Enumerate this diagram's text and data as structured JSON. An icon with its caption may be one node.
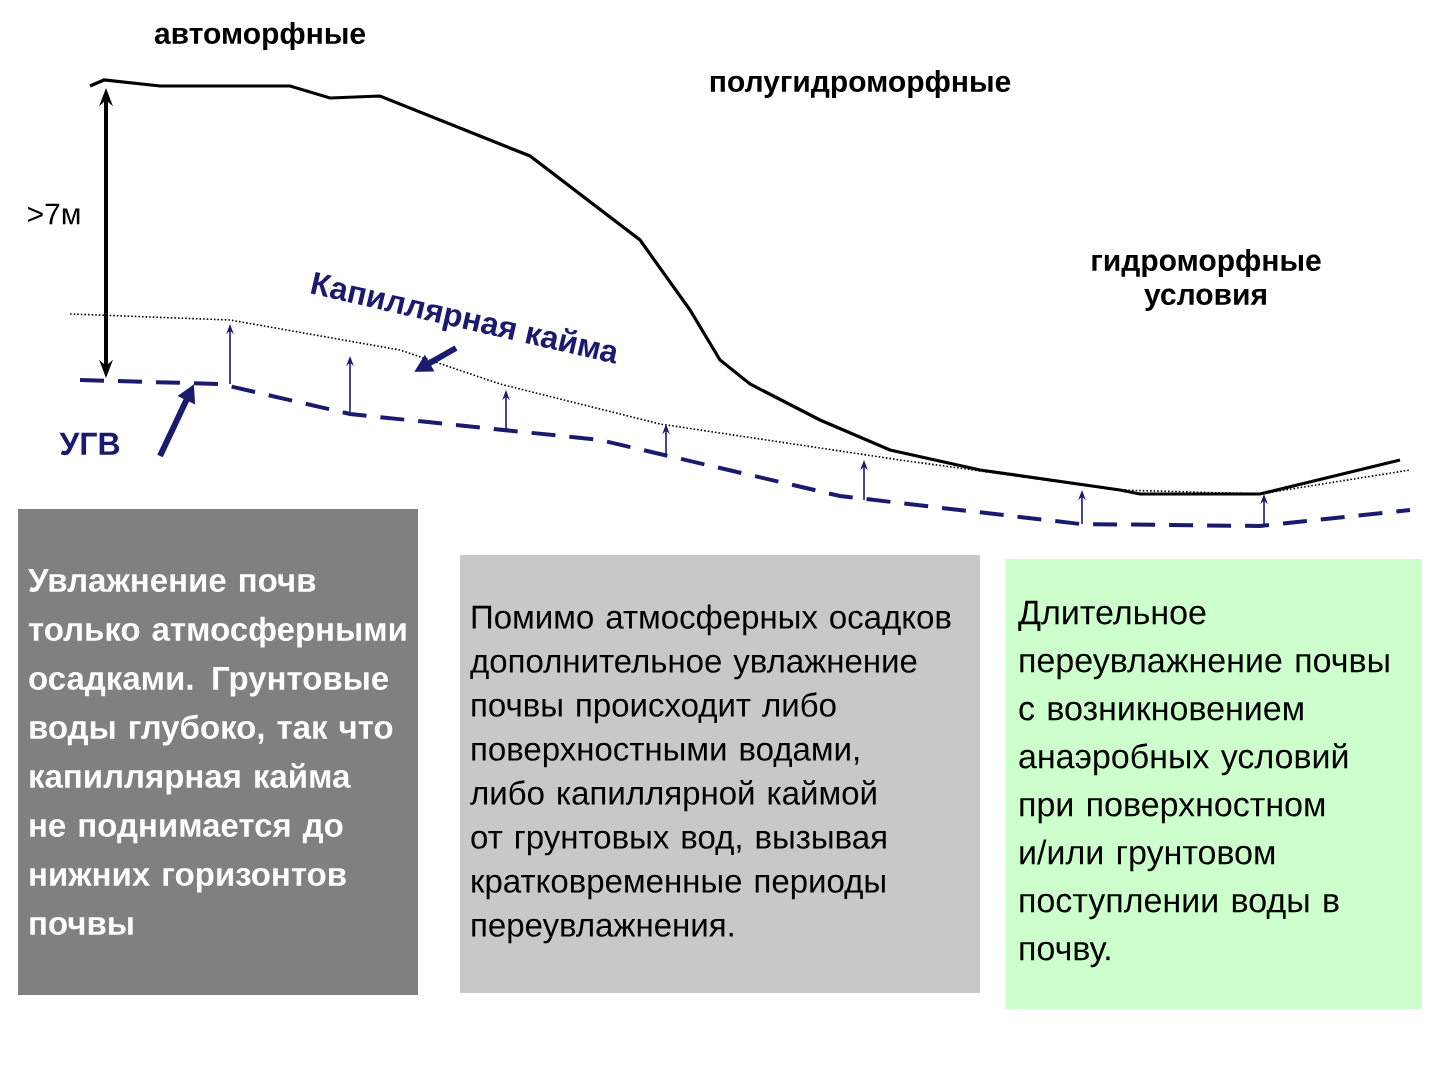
{
  "diagram": {
    "nodes": [
      {
        "text": [
          "Капиллярная кайма"
        ]
      },
      {
        "text": [
          "УГВ"
        ]
      },
      {
        "text": [
          "Увлажнение почв только атмосферными осадками. Грунтовые воды глубоко, так что капиллярная кайма не поднимается до нижних горизонтов почвы"
        ]
      },
      {
        "text": [
          "Помимо атмосферных осадков дополнительное увлажнение почвы происходит либо поверхностными водами, либо капиллярной каймой от грунтовых вод, вызывая кратковременные периоды переувлажнения."
        ]
      },
      {
        "text": [
          "Длительное переувлажнение почвы с возникновением анаэробных условий при поверхностном и/или грунтовом поступлении воды в почву."
        ]
      }
    ],
    "edges": [
      {
        "from": 0,
        "to": null,
        "arrow": "to"
      },
      {
        "from": 1,
        "to": null,
        "arrow": "to"
      }
    ],
    "labels": [
      "автоморфные",
      "полугидроморфные",
      ">7м",
      "гидроморфные условия"
    ]
  }
}
